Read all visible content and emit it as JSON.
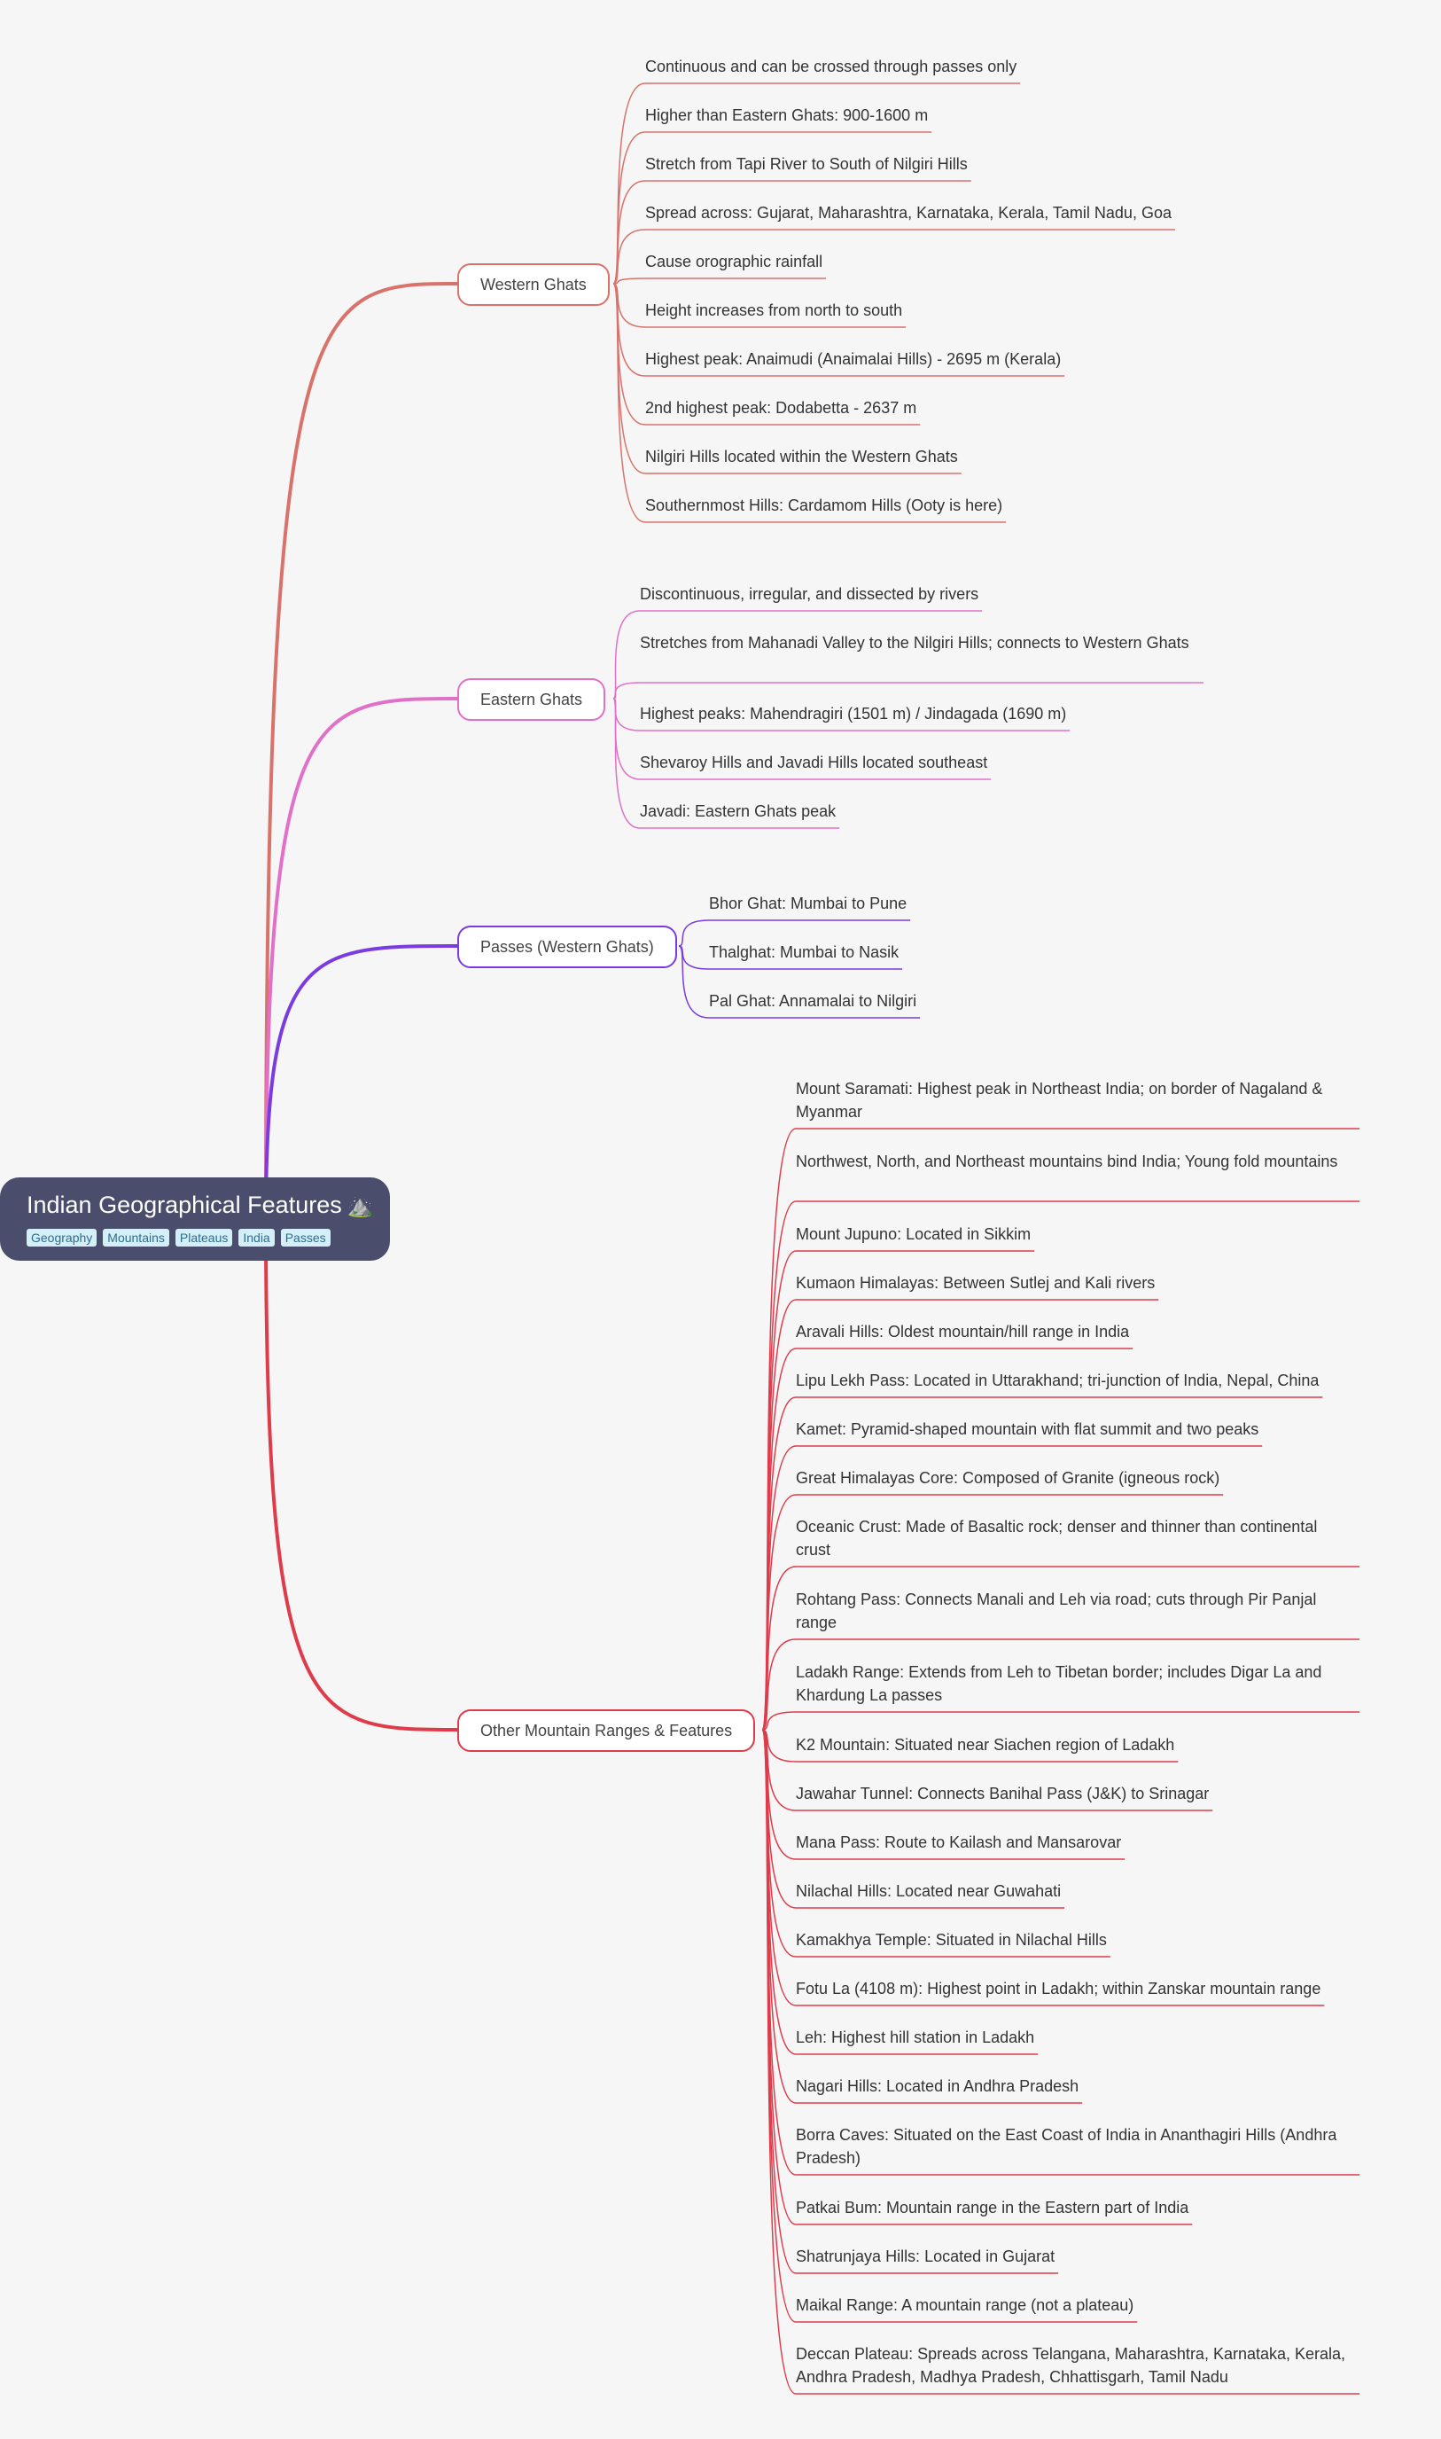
{
  "root": {
    "title": "Indian Geographical Features",
    "icon": "mountain-icon",
    "icon_glyph": "⛰️",
    "tags": [
      "Geography",
      "Mountains",
      "Plateaus",
      "India",
      "Passes"
    ]
  },
  "branches": [
    {
      "label": "Western Ghats",
      "color": "#d9726b",
      "leaves": [
        "Continuous and can be crossed through passes only",
        "Higher than Eastern Ghats: 900-1600 m",
        "Stretch from Tapi River to South of Nilgiri Hills",
        "Spread across: Gujarat, Maharashtra, Karnataka, Kerala, Tamil Nadu, Goa",
        "Cause orographic rainfall",
        "Height increases from north to south",
        "Highest peak: Anaimudi (Anaimalai Hills) - 2695 m (Kerala)",
        "2nd highest peak: Dodabetta - 2637 m",
        "Nilgiri Hills located within the Western Ghats",
        "Southernmost Hills: Cardamom Hills (Ooty is here)"
      ]
    },
    {
      "label": "Eastern Ghats",
      "color": "#e070c8",
      "leaves": [
        "Discontinuous, irregular, and dissected by rivers",
        "Stretches from Mahanadi Valley to the Nilgiri Hills; connects to Western Ghats",
        "Highest peaks: Mahendragiri (1501 m) / Jindagada (1690 m)",
        "Shevaroy Hills and Javadi Hills located southeast",
        "Javadi: Eastern Ghats peak"
      ]
    },
    {
      "label": "Passes (Western Ghats)",
      "color": "#7a3ce0",
      "leaves": [
        "Bhor Ghat: Mumbai to Pune",
        "Thalghat: Mumbai to Nasik",
        "Pal Ghat: Annamalai to Nilgiri"
      ]
    },
    {
      "label": "Other Mountain Ranges & Features",
      "color": "#de3c4b",
      "leaves": [
        "Mount Saramati: Highest peak in Northeast India; on border of Nagaland & Myanmar",
        "Northwest, North, and Northeast mountains bind India; Young fold mountains",
        "Mount Jupuno: Located in Sikkim",
        "Kumaon Himalayas: Between Sutlej and Kali rivers",
        "Aravali Hills: Oldest mountain/hill range in India",
        "Lipu Lekh Pass: Located in Uttarakhand; tri-junction of India, Nepal, China",
        "Kamet: Pyramid-shaped mountain with flat summit and two peaks",
        "Great Himalayas Core: Composed of Granite (igneous rock)",
        "Oceanic Crust: Made of Basaltic rock; denser and thinner than continental crust",
        "Rohtang Pass: Connects Manali and Leh via road; cuts through Pir Panjal range",
        "Ladakh Range: Extends from Leh to Tibetan border; includes Digar La and Khardung La passes",
        "K2 Mountain: Situated near Siachen region of Ladakh",
        "Jawahar Tunnel: Connects Banihal Pass (J&K) to Srinagar",
        "Mana Pass: Route to Kailash and Mansarovar",
        "Nilachal Hills: Located near Guwahati",
        "Kamakhya Temple: Situated in Nilachal Hills",
        "Fotu La (4108 m): Highest point in Ladakh; within Zanskar mountain range",
        "Leh: Highest hill station in Ladakh",
        "Nagari Hills: Located in Andhra Pradesh",
        "Borra Caves: Situated on the East Coast of India in Ananthagiri Hills (Andhra Pradesh)",
        "Patkai Bum: Mountain range in the Eastern part of India",
        "Shatrunjaya Hills: Located in Gujarat",
        "Maikal Range: A mountain range (not a plateau)",
        "Deccan Plateau: Spreads across Telangana, Maharashtra, Karnataka, Kerala, Andhra Pradesh, Madhya Pradesh, Chhattisgarh, Tamil Nadu"
      ]
    }
  ]
}
